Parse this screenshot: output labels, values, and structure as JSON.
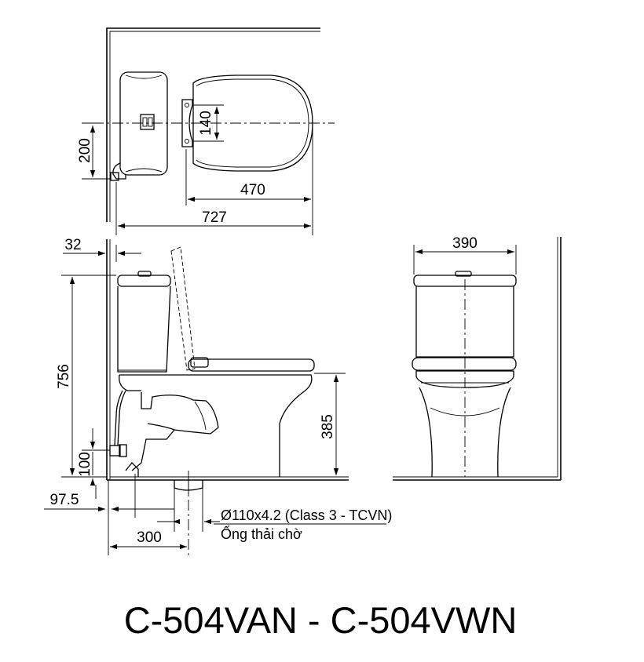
{
  "title": "C-504VAN - C-504VWN",
  "dimensions": {
    "top_depth_200": "200",
    "top_fixing_140": "140",
    "top_bowl_470": "470",
    "top_total_727": "727",
    "side_wall_gap_32": "32",
    "side_height_756": "756",
    "side_inlet_100": "100",
    "side_inlet_offset_975": "97.5",
    "side_outlet_300": "300",
    "side_seat_height_385": "385",
    "front_width_390": "390"
  },
  "outlet_note": {
    "spec": "Ø110x4.2 (Class 3 - TCVN)",
    "label": "Ống thải chờ"
  }
}
